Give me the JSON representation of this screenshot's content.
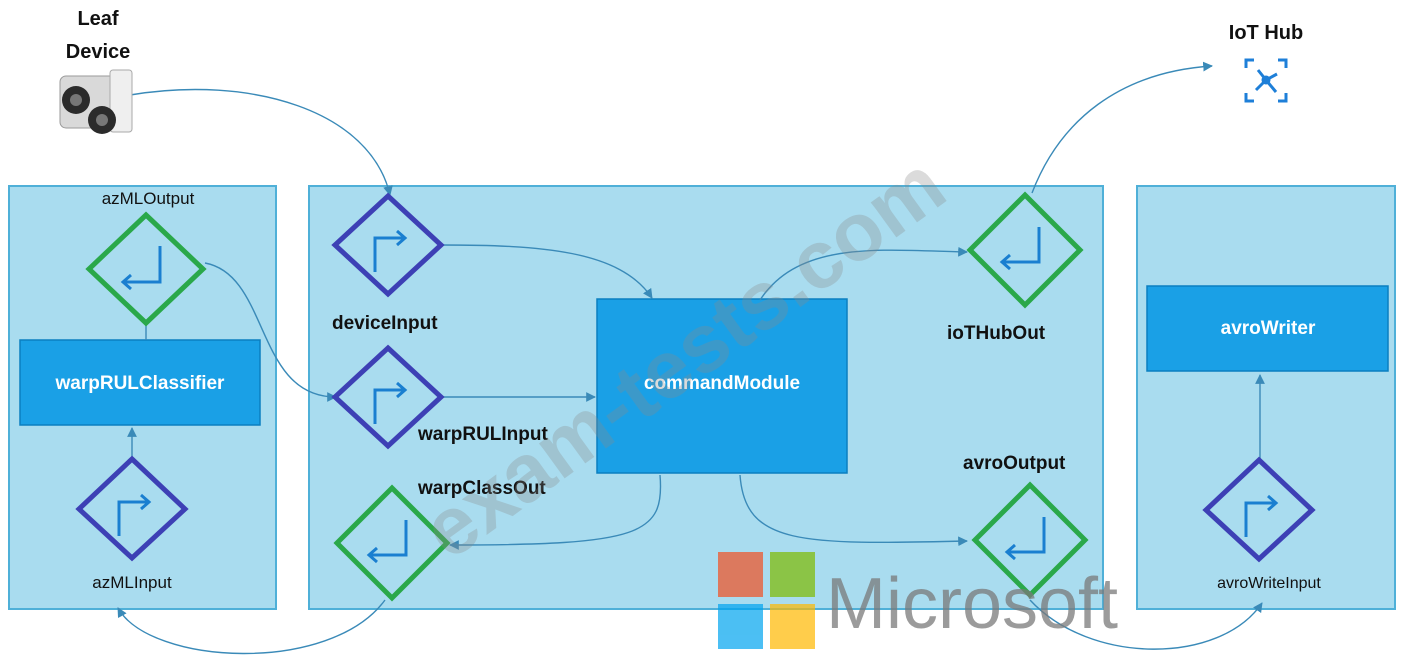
{
  "top": {
    "leaf_device_label": [
      "Leaf",
      "Device"
    ],
    "iot_hub_label": "IoT Hub"
  },
  "left_panel": {
    "module": "warpRULClassifier",
    "output_port": "azMLOutput",
    "input_port": "azMLInput"
  },
  "center_panel": {
    "module": "commandModule",
    "ports": {
      "device_input": "deviceInput",
      "warp_rul_input": "warpRULInput",
      "warp_class_out": "warpClassOut",
      "iot_hub_out": "ioTHubOut",
      "avro_output": "avroOutput"
    }
  },
  "right_panel": {
    "module": "avroWriter",
    "input_port": "avroWriteInput"
  },
  "overlays": {
    "watermark": "exam-tests.com",
    "logo_text": "Microsoft"
  },
  "colors": {
    "panel": "#a9dcef",
    "module": "#1aa0e6",
    "input_port": "#3d40b5",
    "output_port": "#2aa84a",
    "connector": "#3a8ab8"
  },
  "icons": [
    "sensor-device-icon",
    "iot-hub-icon",
    "input-arrow-icon",
    "output-arrow-icon",
    "microsoft-logo-icon"
  ]
}
